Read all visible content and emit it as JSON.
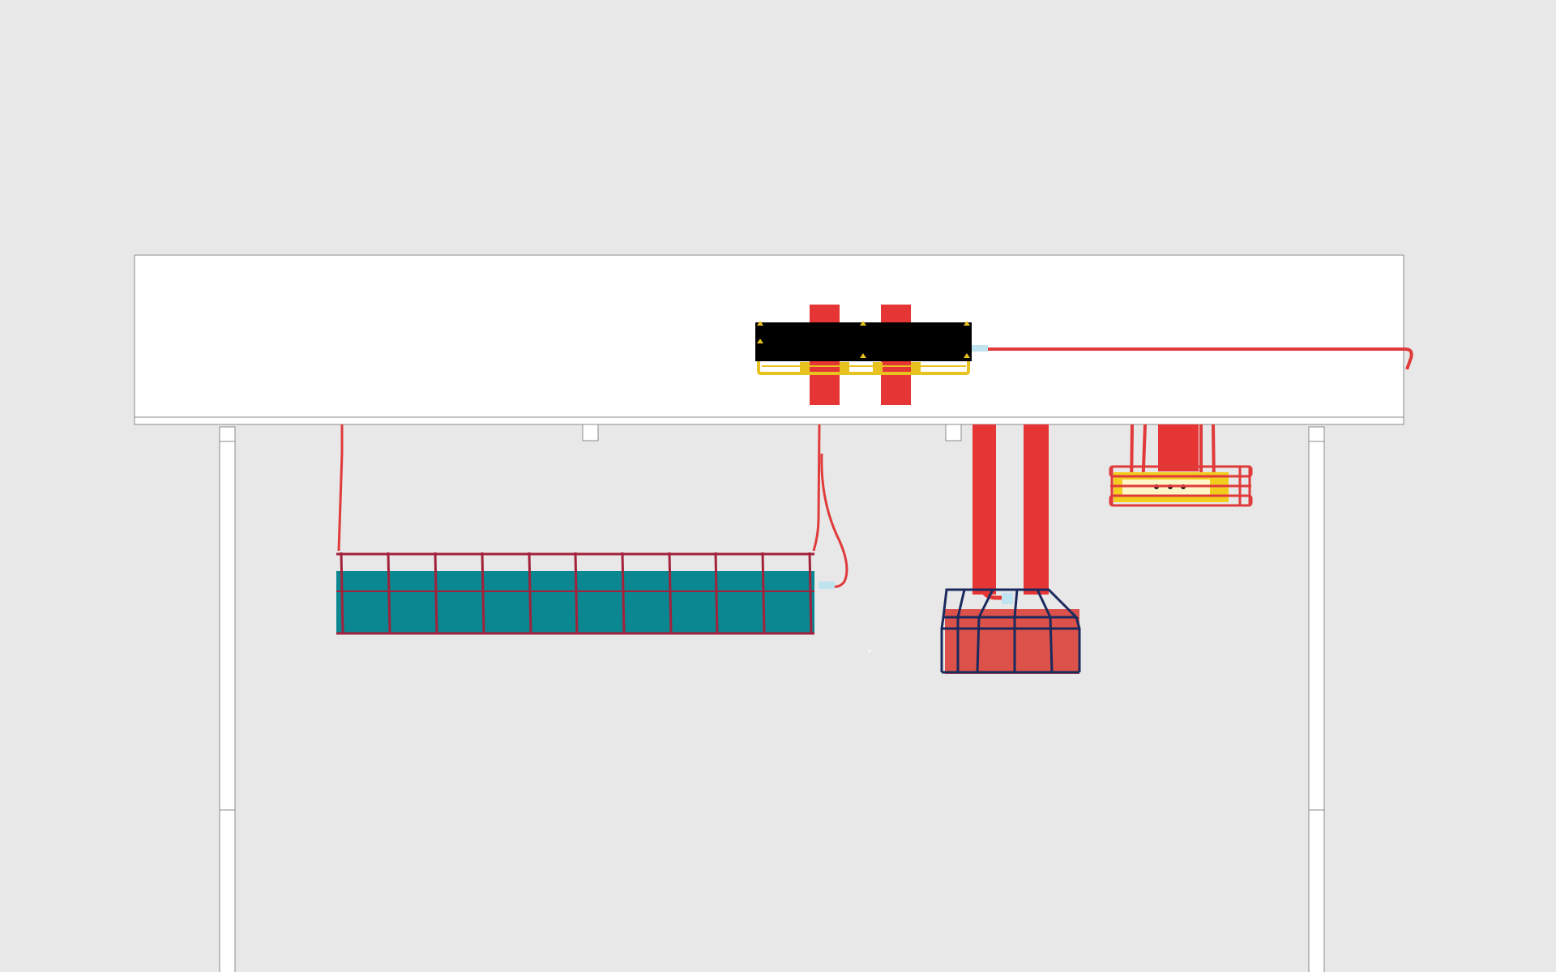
{
  "scene": {
    "background": "#e8e8e8",
    "description_label": ""
  },
  "colors": {
    "desk_surface": "#ffffff",
    "outline": "#8a8a8a",
    "cable_red": "#e03a3a",
    "strap_red": "#e63535",
    "tray_teal": "#0a8790",
    "tray_wire": "#a3213a",
    "power_strip": "#000000",
    "bracket_yellow": "#e8c21f",
    "connector_blue": "#bfe3ef",
    "basket_navy": "#1a2a5e",
    "box_red": "#dc524a",
    "hub_yellow": "#f2cd1e",
    "hub_cage_red": "#e03a3a"
  },
  "objects": {
    "desk": "desk-top-panel",
    "power_strip": "under-desk-power-strip",
    "cable_tray": "cable-management-tray",
    "basket": "wire-basket-with-box",
    "hub": "caged-power-hub"
  }
}
